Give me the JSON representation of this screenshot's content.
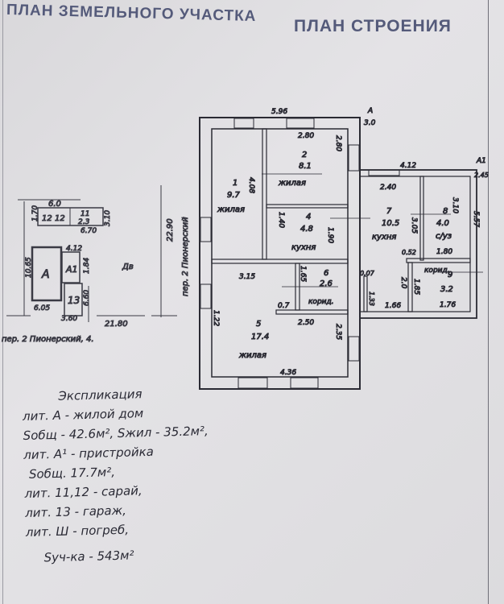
{
  "header": {
    "land_plan_title": "ПЛАН ЗЕМЕЛЬНОГО УЧАСТКА",
    "building_plan_title": "ПЛАН СТРОЕНИЯ"
  },
  "site_plan": {
    "dim_top": "6.0",
    "shed_12": "12",
    "shed_12b": "12",
    "shed_11_num": "11",
    "shed_11_area": "2.3",
    "dim_670": "6.70",
    "dim_310": "3.10",
    "dim_170": "1.70",
    "house_label": "А",
    "annex_label": "А1",
    "garage_label": "13",
    "dim_412": "4.12",
    "dim_1065": "10.65",
    "dim_605": "6.05",
    "dim_360": "3.60",
    "dim_660": "6.60",
    "dim_184": "1.84",
    "yard_label": "Дв",
    "dim_2180": "21.80",
    "dim_2290": "22.90",
    "street_side": "пер. 2 Пионерский",
    "street_bottom": "пер. 2 Пионерский, 4."
  },
  "floor_plan": {
    "dim_596": "5.96",
    "section_a": "А",
    "section_a_height": "3.0",
    "section_a1": "А1",
    "section_a1_height": "2.45",
    "dim_412": "4.12",
    "rooms": [
      {
        "num": "1",
        "area": "9.7",
        "type": "жилая"
      },
      {
        "num": "2",
        "area": "8.1",
        "type": "жилая"
      },
      {
        "num": "4",
        "area": "4.8",
        "type": "кухня"
      },
      {
        "num": "5",
        "area": "17.4",
        "type": "жилая"
      },
      {
        "num": "6",
        "area": "2.6",
        "type": "корид."
      },
      {
        "num": "7",
        "area": "10.5",
        "type": "кухня"
      },
      {
        "num": "8",
        "area": "4.0",
        "type": "с/уз"
      },
      {
        "num": "9",
        "area": "3.2",
        "type": "корид."
      }
    ],
    "dims": {
      "r2_w": "2.80",
      "r2_h": "2.80",
      "r1_h": "4.08",
      "r4_w": "1.40",
      "r4_h": "1.90",
      "r5_top": "3.15",
      "r6_h": "1.65",
      "r6_w": "0.7",
      "r5_left": "1.22",
      "r5_mid": "2.50",
      "r5_right": "2.35",
      "r5_bottom": "4.36",
      "r7_w": "2.40",
      "r8_h": "3.10",
      "ext_h": "5.57",
      "r7_h": "3.05",
      "r8_w": "1.80",
      "d052": "0.52",
      "d007": "0.07",
      "d133": "1.33",
      "d166": "1.66",
      "d20": "2.0",
      "r9_h": "1.85",
      "r9_w": "1.76"
    }
  },
  "explication": {
    "title": "Экспликация",
    "lines": [
      "лит. А - жилой дом",
      "Sобщ - 42.6м², Sжил - 35.2м²,",
      "лит. А¹ - пристройка",
      "Sобщ. 17.7м²,",
      "лит. 11,12 - сарай,",
      "лит. 13 - гараж,",
      "лит. Ш - погреб,",
      "Sуч-ка - 543м²"
    ]
  }
}
